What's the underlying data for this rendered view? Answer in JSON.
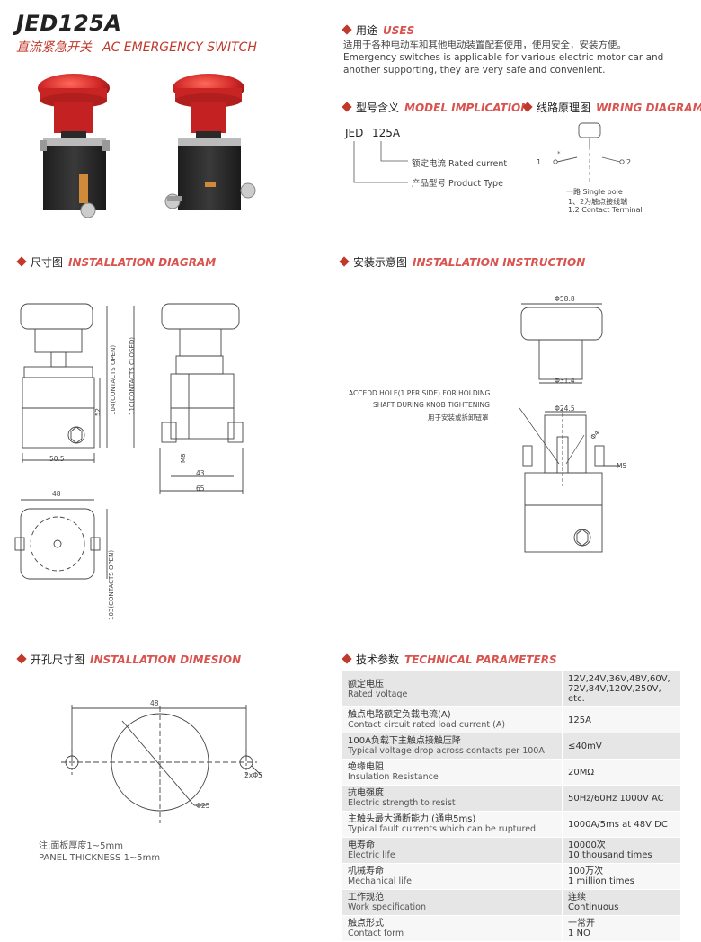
{
  "header": {
    "title": "JED125A",
    "subtitle_cn": "直流紧急开关",
    "subtitle_en": "AC EMERGENCY SWITCH"
  },
  "uses": {
    "heading_cn": "用途",
    "heading_en": "USES",
    "text_cn": "适用于各种电动车和其他电动装置配套使用，使用安全，安装方便。",
    "text_en": "Emergency switches is applicable for various electric motor car and another supporting, they are very safe and convenient."
  },
  "model": {
    "heading_cn": "型号含义",
    "heading_en": "MODEL IMPLICATION",
    "code_a": "JED",
    "code_b": "125A",
    "rated_label": "额定电流 Rated current",
    "type_label": "产品型号 Product Type"
  },
  "wiring": {
    "heading_cn": "线路原理图",
    "heading_en": "WIRING DIAGRAM",
    "terminal_1": "1",
    "terminal_2": "2",
    "note_1": "一路 Single pole",
    "note_2": "1、2为触点接线端",
    "note_3": "1.2 Contact Terminal"
  },
  "installation_diagram": {
    "heading_cn": "尺寸图",
    "heading_en": "INSTALLATION DIAGRAM",
    "dim_50_5": "50.5",
    "dim_52": "52",
    "dim_104": "104(CONTACTS OPEN)",
    "dim_110": "110(CONTACTS CLOSED)",
    "dim_m8": "M8",
    "dim_43": "43",
    "dim_65": "65",
    "dim_48": "48",
    "dim_103": "103(CONTACTS OPEN)"
  },
  "installation_instruction": {
    "heading_cn": "安装示意图",
    "heading_en": "INSTALLATION INSTRUCTION",
    "dim_58_8": "Φ58.8",
    "dim_31_4": "Φ31.4",
    "dim_24_5": "Φ24.5",
    "dim_phi4": "Φ4",
    "dim_m5": "M5",
    "note_1": "ACCEDD HOLE(1 PER SIDE) FOR HOLDING",
    "note_2": "SHAFT DURING KNOB TIGHTENING",
    "note_3": "用于安装或拆卸钮罩"
  },
  "installation_dimension": {
    "heading_cn": "开孔尺寸图",
    "heading_en": "INSTALLATION DIMESION",
    "dim_48": "48",
    "dim_2x5": "2xΦ5",
    "dim_25": "Φ25",
    "panel_cn": "注:面板厚度1~5mm",
    "panel_en": "PANEL THICKNESS 1~5mm"
  },
  "technical": {
    "heading_cn": "技术参数",
    "heading_en": "TECHNICAL PARAMETERS",
    "rows": [
      {
        "k_cn": "额定电压",
        "k_en": "Rated voltage",
        "v1": "12V,24V,36V,48V,60V,",
        "v2": "72V,84V,120V,250V, etc."
      },
      {
        "k_cn": "触点电路额定负载电流(A)",
        "k_en": "Contact circuit rated load current (A)",
        "v1": "125A",
        "v2": ""
      },
      {
        "k_cn": "100A负载下主触点接触压降",
        "k_en": "Typical voltage drop across contacts per 100A",
        "v1": "≤40mV",
        "v2": ""
      },
      {
        "k_cn": "绝缘电阻",
        "k_en": "Insulation Resistance",
        "v1": "20MΩ",
        "v2": ""
      },
      {
        "k_cn": "抗电强度",
        "k_en": "Electric strength to resist",
        "v1": "50Hz/60Hz  1000V AC",
        "v2": ""
      },
      {
        "k_cn": "主触头最大通断能力 (通电5ms)",
        "k_en": "Typical fault currents which can be ruptured",
        "v1": "1000A/5ms  at 48V DC",
        "v2": ""
      },
      {
        "k_cn": "电寿命",
        "k_en": "Electric life",
        "v1": "10000次",
        "v2": "10 thousand times"
      },
      {
        "k_cn": "机械寿命",
        "k_en": "Mechanical life",
        "v1": "100万次",
        "v2": "1 million times"
      },
      {
        "k_cn": "工作规范",
        "k_en": "Work specification",
        "v1": "连续",
        "v2": "Continuous"
      },
      {
        "k_cn": "触点形式",
        "k_en": "Contact form",
        "v1": "一常开",
        "v2": "1 NO"
      }
    ]
  },
  "colors": {
    "accent": "#c0392b",
    "heading_en": "#d9534f",
    "knob_red": "#d42a2a",
    "body_dark": "#2b2b2b"
  }
}
